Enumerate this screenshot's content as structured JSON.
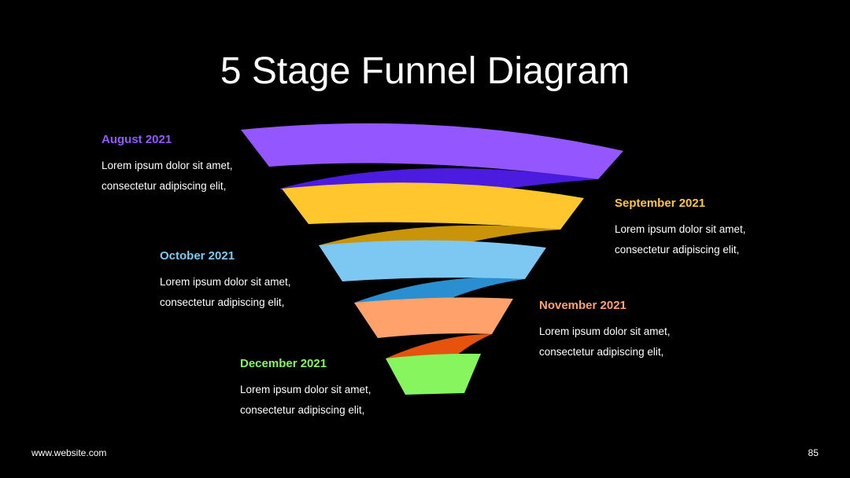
{
  "title": "5 Stage Funnel Diagram",
  "stages": [
    {
      "heading": "August 2021",
      "body_line1": "Lorem ipsum dolor sit amet,",
      "body_line2": "consectetur adipiscing elit,",
      "color": "#9457FF",
      "shade": "#4B1BE0"
    },
    {
      "heading": "September 2021",
      "body_line1": "Lorem ipsum dolor sit amet,",
      "body_line2": "consectetur adipiscing elit,",
      "color": "#FFC62E",
      "shade": "#C9930A"
    },
    {
      "heading": "October 2021",
      "body_line1": "Lorem ipsum dolor sit amet,",
      "body_line2": "consectetur adipiscing elit,",
      "color": "#7CC8F3",
      "shade": "#2A8FD0"
    },
    {
      "heading": "November 2021",
      "body_line1": "Lorem ipsum dolor sit amet,",
      "body_line2": "consectetur adipiscing elit,",
      "color": "#FFA16A",
      "shade": "#E6530F"
    },
    {
      "heading": "December 2021",
      "body_line1": "Lorem ipsum dolor sit amet,",
      "body_line2": "consectetur adipiscing elit,",
      "color": "#86F55E",
      "shade": "#4FC22E"
    }
  ],
  "footer": {
    "website": "www.website.com",
    "page_number": "85"
  }
}
